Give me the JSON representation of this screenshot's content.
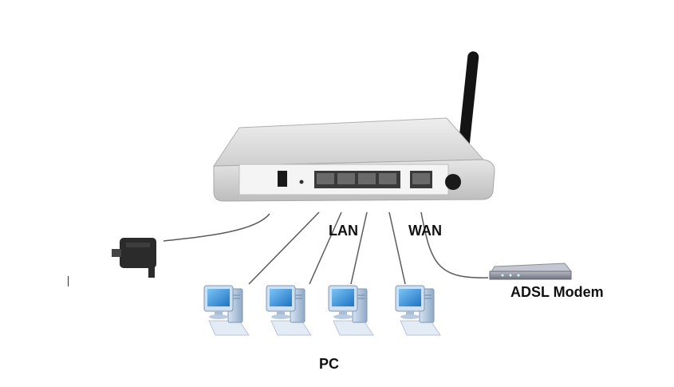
{
  "labels": {
    "lan": "LAN",
    "wan": "WAN",
    "modem": "ADSL Modem",
    "pc": "PC"
  },
  "colors": {
    "router_body": "#dcdcdc",
    "router_back_panel": "#c8c8c8",
    "antenna": "#111111",
    "cable": "#555555",
    "monitor_screen": "#3d9be0",
    "monitor_frame": "#a9c4de",
    "modem": "#8a8c96"
  },
  "icons": [
    "power-adapter-icon",
    "router-icon",
    "antenna-icon",
    "pc-icon",
    "adsl-modem-icon"
  ]
}
